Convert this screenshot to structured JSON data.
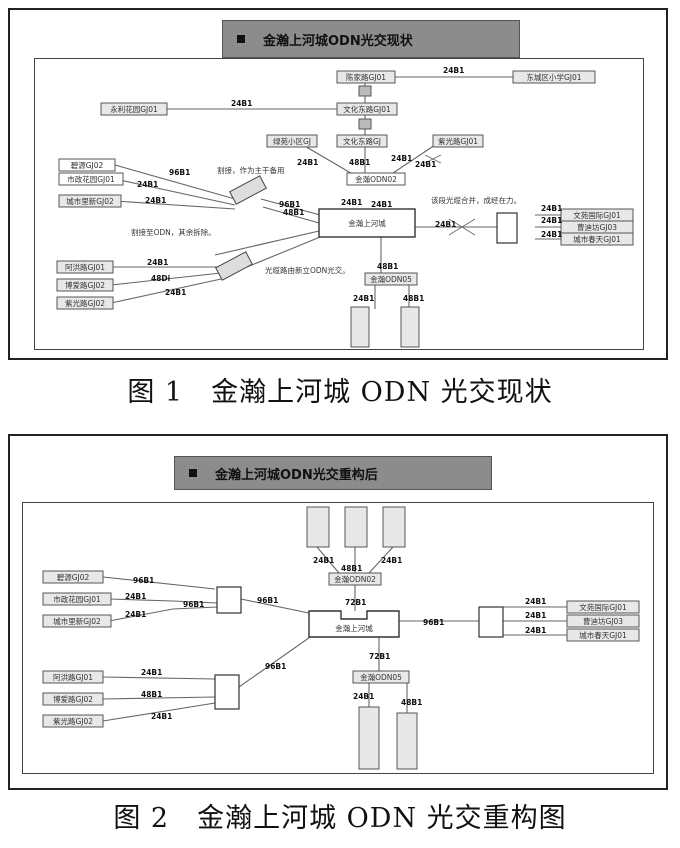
{
  "figure1": {
    "banner": "金瀚上河城ODN光交现状",
    "caption": "图 1　金瀚上河城 ODN 光交现状",
    "nodes": {
      "n1": "陈家路GJ01",
      "n2": "东城区小学GJ01",
      "n3": "永利花园GJ01",
      "n4": "文化东路GJ01",
      "n5": "绿苑小区GJ",
      "n6": "文化东路GJ",
      "n7": "紫光路GJ01",
      "n8": "碧源GJ02",
      "n9": "市政花园GJ01",
      "n10": "城市里新GJ02",
      "n11": "金瀚ODN02",
      "n12": "金瀚上河城",
      "n13": "文苑国际GJ01",
      "n14": "曹迪坊GJ03",
      "n15": "城市春天GJ01",
      "n16": "阿洪路GJ01",
      "n17": "博爱路GJ02",
      "n18": "紫光路GJ02",
      "n19": "金瀚ODN05"
    },
    "annotations": {
      "a1": "割接，作为主干备用",
      "a2": "割接至ODN，其余拆除。",
      "a3": "光缆路由新立ODN光交。",
      "a4": "该段光缆合并，成经在力。"
    },
    "links": {
      "l1": "24B1",
      "l2": "24B1",
      "l3": "24B1",
      "l4": "48B1",
      "l5": "24B1",
      "l6": "24B1",
      "l7": "96B1",
      "l8": "24B1",
      "l9": "24B1",
      "l10": "96B1",
      "l11": "48B1",
      "l12": "24B1",
      "l13": "24B1",
      "l14": "24B1",
      "l15": "24B1",
      "l16": "24B1",
      "l17": "24B1",
      "l18": "24B1",
      "l19": "48Di",
      "l20": "24B1",
      "l21": "48B1",
      "l22": "24B1",
      "l23": "48B1"
    }
  },
  "figure2": {
    "banner": "金瀚上河城ODN光交重构后",
    "caption": "图 2　金瀚上河城 ODN 光交重构图",
    "nodes": {
      "m1": "碧源GJ02",
      "m2": "市政花园GJ01",
      "m3": "城市里新GJ02",
      "m4": "金瀚ODN02",
      "m5": "金瀚上河城",
      "m6": "文苑国际GJ01",
      "m7": "曹迪坊GJ03",
      "m8": "城市春天GJ01",
      "m9": "阿洪路GJ01",
      "m10": "博爱路GJ02",
      "m11": "紫光路GJ02",
      "m12": "金瀚ODN05"
    },
    "links": {
      "k1": "24B1",
      "k2": "24B1",
      "k3": "48B1",
      "k4": "72B1",
      "k5": "96B1",
      "k6": "24B1",
      "k7": "24B1",
      "k8": "96B1",
      "k9": "96B1",
      "k10": "96B1",
      "k11": "24B1",
      "k12": "24B1",
      "k13": "24B1",
      "k14": "24B1",
      "k15": "48B1",
      "k16": "24B1",
      "k17": "96B1",
      "k18": "72B1",
      "k19": "24B1",
      "k20": "48B1"
    }
  }
}
